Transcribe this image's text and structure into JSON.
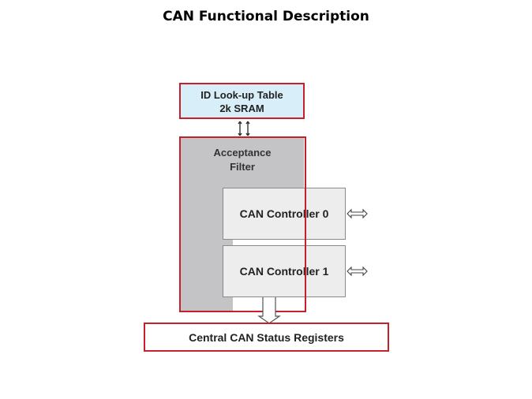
{
  "title": "CAN Functional Description",
  "diagram": {
    "lookup_table": {
      "line1": "ID Look-up Table",
      "line2": "2k SRAM"
    },
    "acceptance_filter": {
      "line1": "Acceptance",
      "line2": "Filter"
    },
    "controllers": [
      {
        "label": "CAN Controller 0"
      },
      {
        "label": "CAN Controller 1"
      }
    ],
    "status_registers": {
      "label": "Central CAN Status Registers"
    }
  },
  "colors": {
    "highlight_border": "#c8202a",
    "lookup_fill": "#d8eef9",
    "filter_fill": "#c4c4c6",
    "controller_fill": "#ededed"
  }
}
